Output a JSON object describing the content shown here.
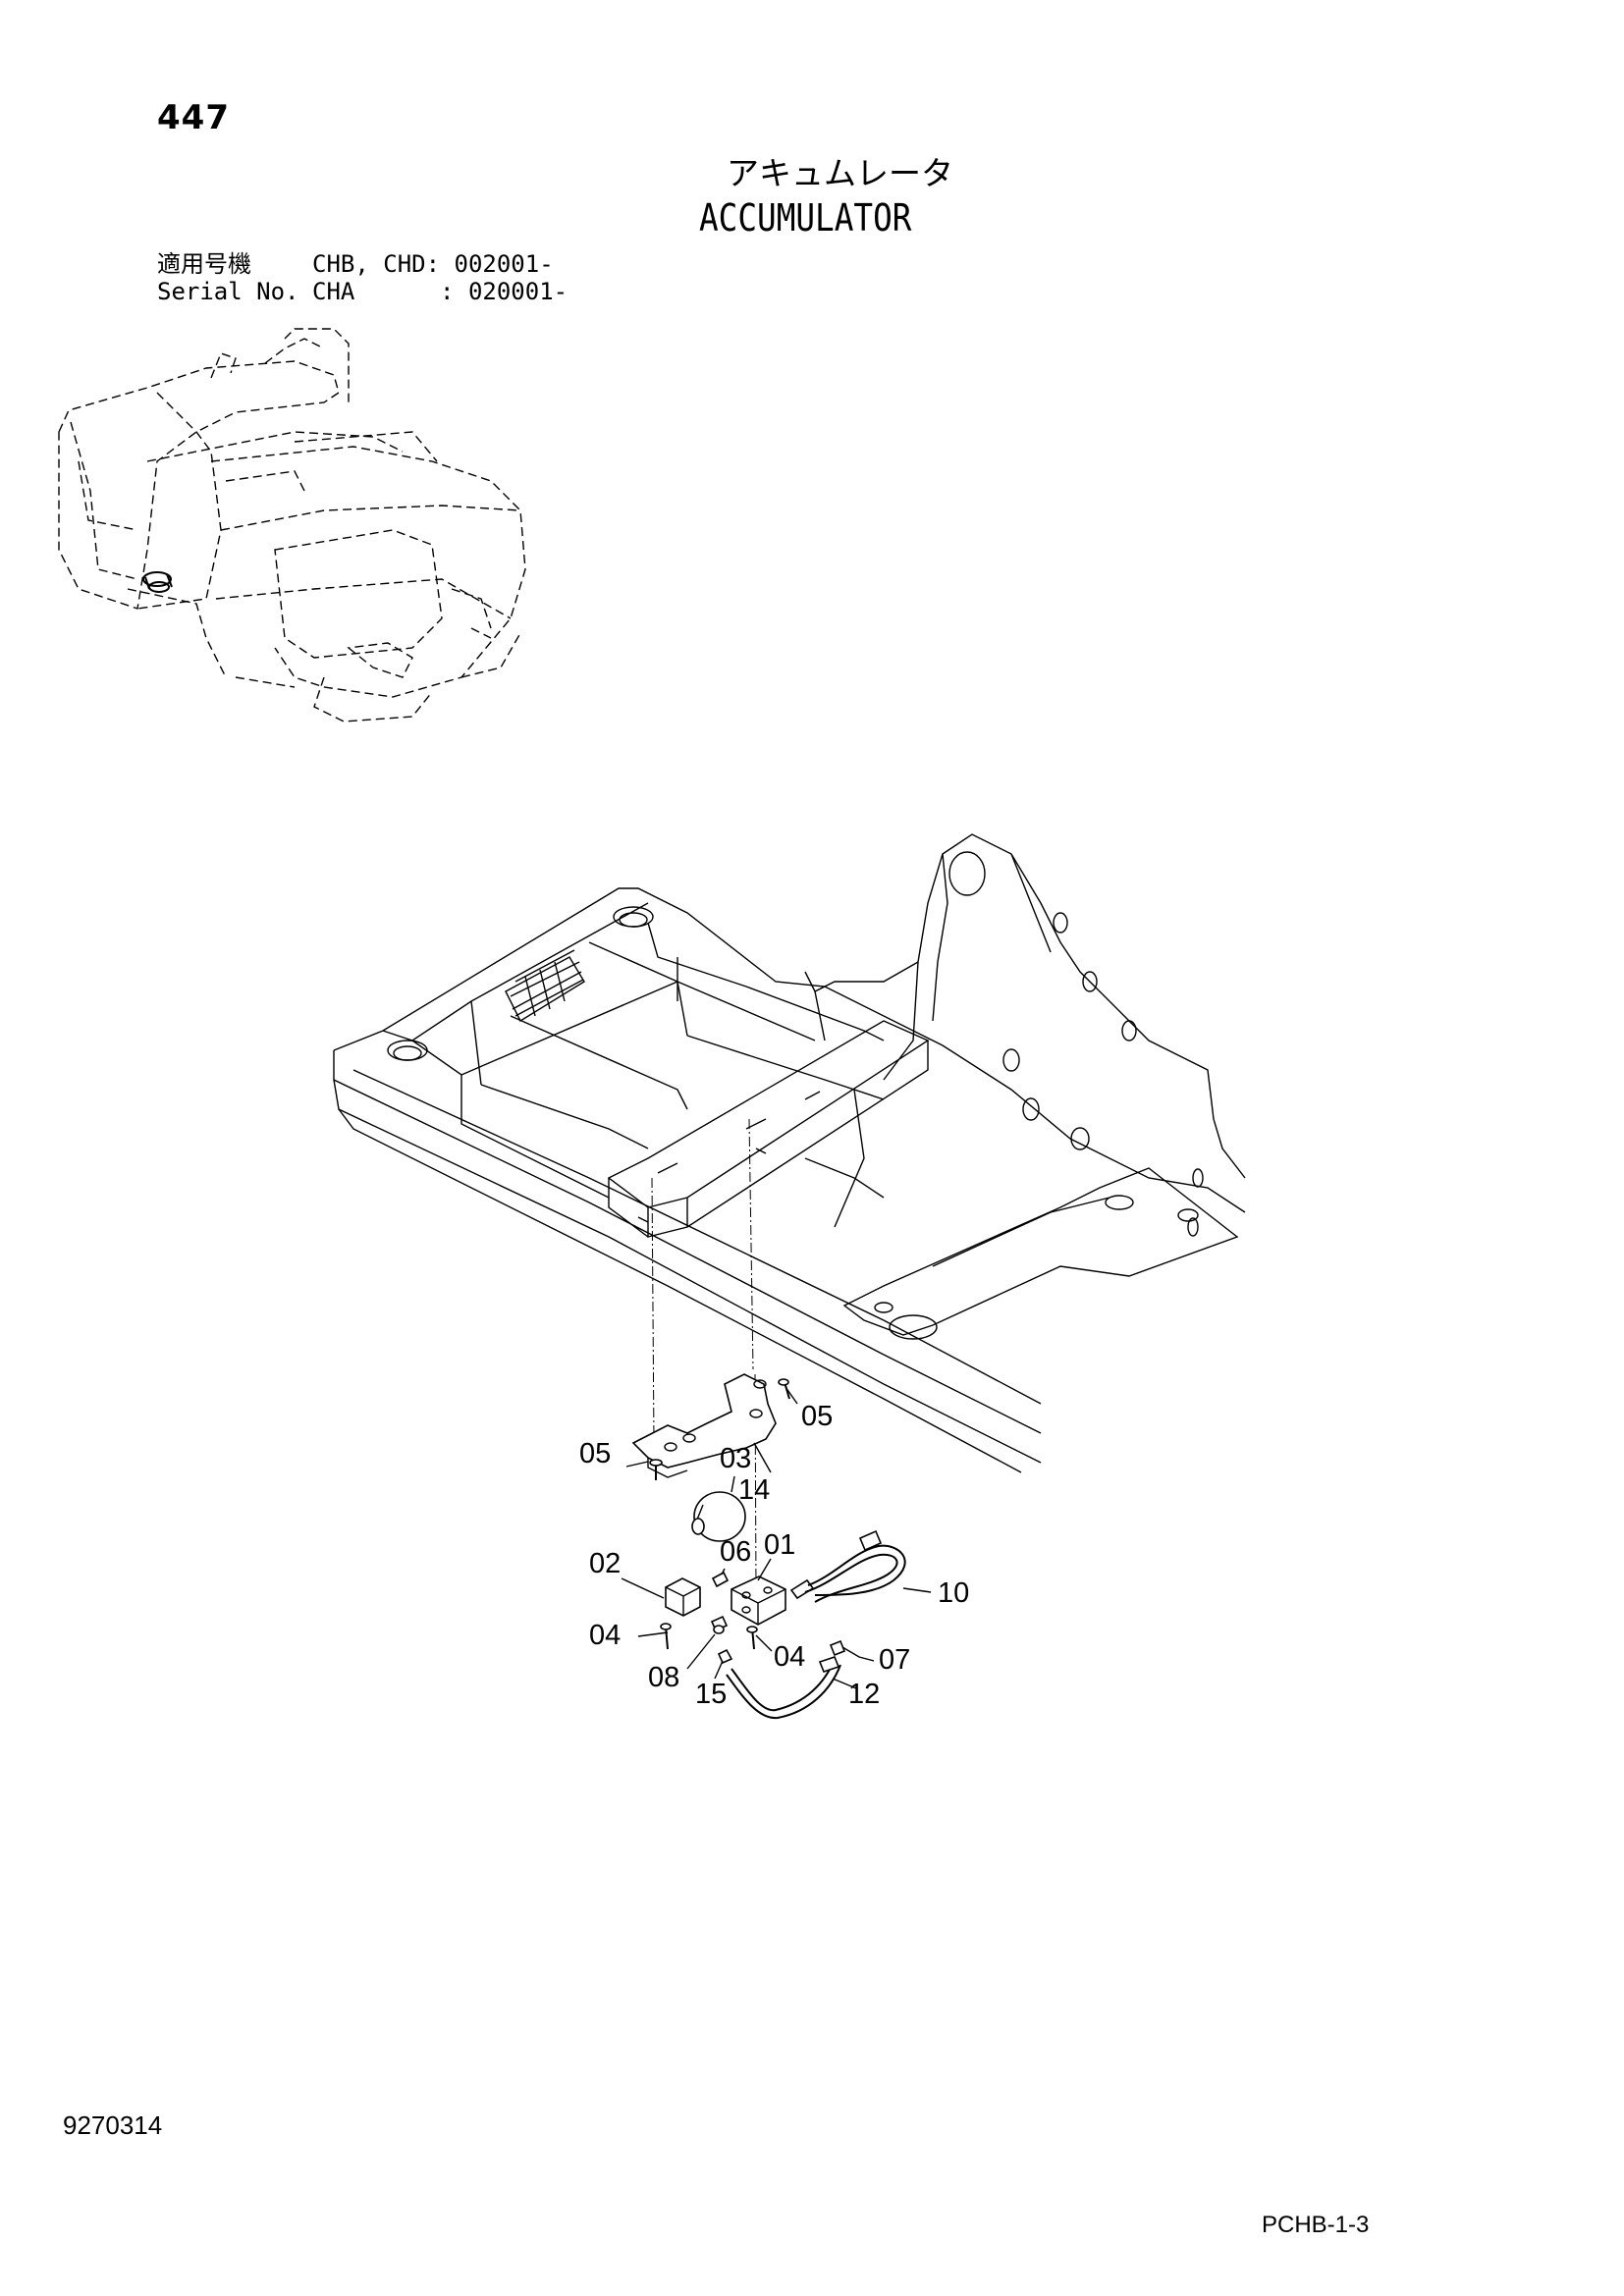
{
  "header": {
    "page_number": "447",
    "title_jp": "アキュムレータ",
    "title_en": "ACCUMULATOR"
  },
  "serial": {
    "line1_label": "適用号機",
    "line1_value": "CHB, CHD: 002001-",
    "line2_label": "Serial No.",
    "line2_value": "CHA      : 020001-"
  },
  "callouts": [
    "05",
    "05",
    "03",
    "14",
    "01",
    "06",
    "02",
    "10",
    "04",
    "04",
    "07",
    "08",
    "15",
    "12"
  ],
  "footer": {
    "doc_number": "9270314",
    "sheet_code": "PCHB-1-3"
  }
}
